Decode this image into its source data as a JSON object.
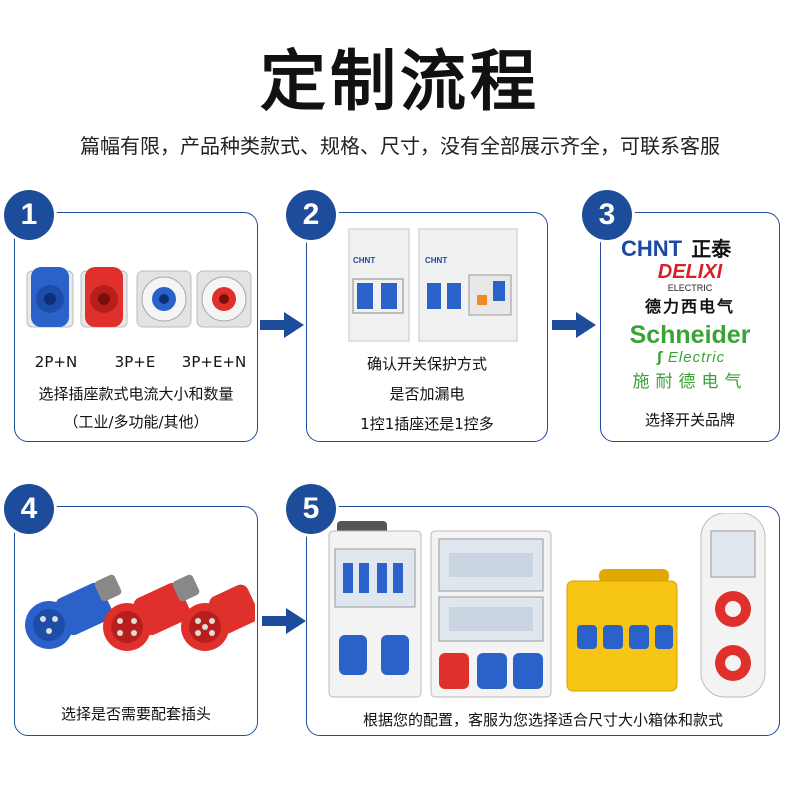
{
  "header": {
    "title": "定制流程",
    "subtitle": "篇幅有限，产品种类款式、规格、尺寸，没有全部展示齐全，可联系客服"
  },
  "steps": [
    {
      "number": "1",
      "labels": [
        "2P+N",
        "3P+E",
        "3P+E+N"
      ],
      "lines": [
        "选择插座款式电流大小和数量",
        "（工业/多功能/其他）"
      ]
    },
    {
      "number": "2",
      "lines": [
        "确认开关保护方式",
        "是否加漏电",
        "1控1插座还是1控多"
      ]
    },
    {
      "number": "3",
      "brands": {
        "chint_en": "CHNT",
        "chint_cn": "正泰",
        "delixi_en": "DELIXI",
        "delixi_sub": "ELECTRIC",
        "delixi_cn": "德力西电气",
        "schneider_en": "Schneider",
        "schneider_sub": "Electric",
        "schneider_cn": "施耐德电气"
      },
      "lines": [
        "选择开关品牌"
      ]
    },
    {
      "number": "4",
      "lines": [
        "选择是否需要配套插头"
      ]
    },
    {
      "number": "5",
      "lines": [
        "根据您的配置，客服为您选择适合尺寸大小箱体和款式"
      ]
    }
  ],
  "colors": {
    "accent": "#1d4d9a",
    "socket_blue": "#2a62c9",
    "socket_red": "#e0302c",
    "chint_blue": "#1b4aa0",
    "delixi_red": "#d8202a",
    "schneider_green": "#3aa336",
    "box_yellow": "#f6c515"
  }
}
